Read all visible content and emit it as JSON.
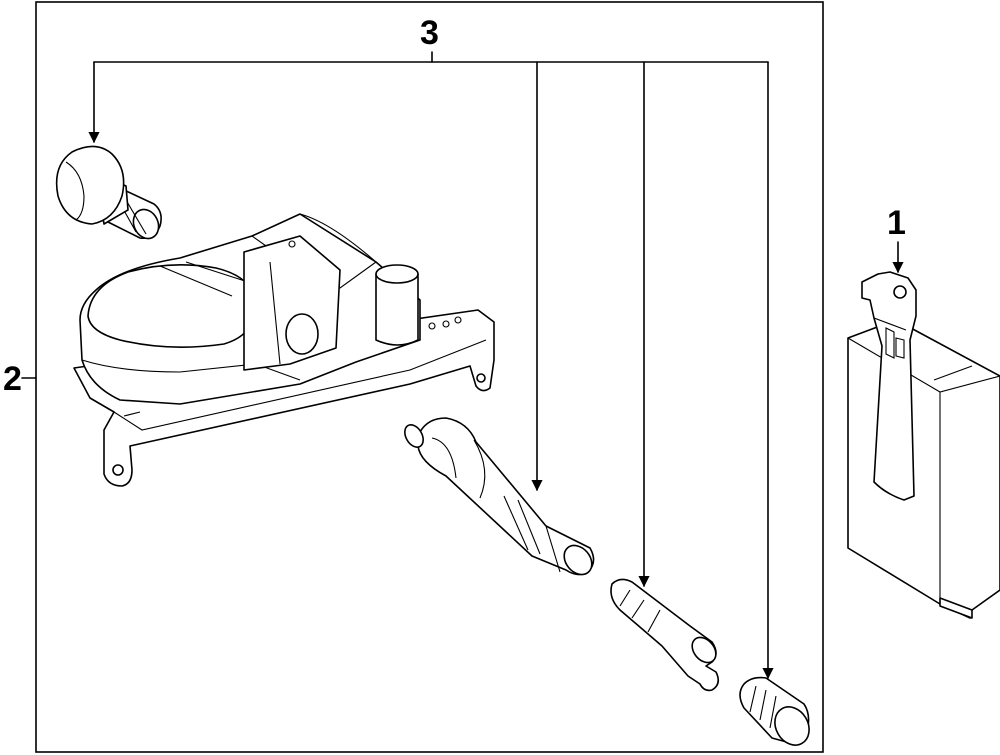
{
  "callouts": {
    "one": "1",
    "two": "2",
    "three": "3"
  },
  "icons": [
    "tpms-receiver-module",
    "tpms-sensor-assembly",
    "valve-stem-screw",
    "valve-stem",
    "valve-core",
    "valve-cap"
  ],
  "colors": {
    "line": "#000000",
    "background": "#ffffff"
  }
}
